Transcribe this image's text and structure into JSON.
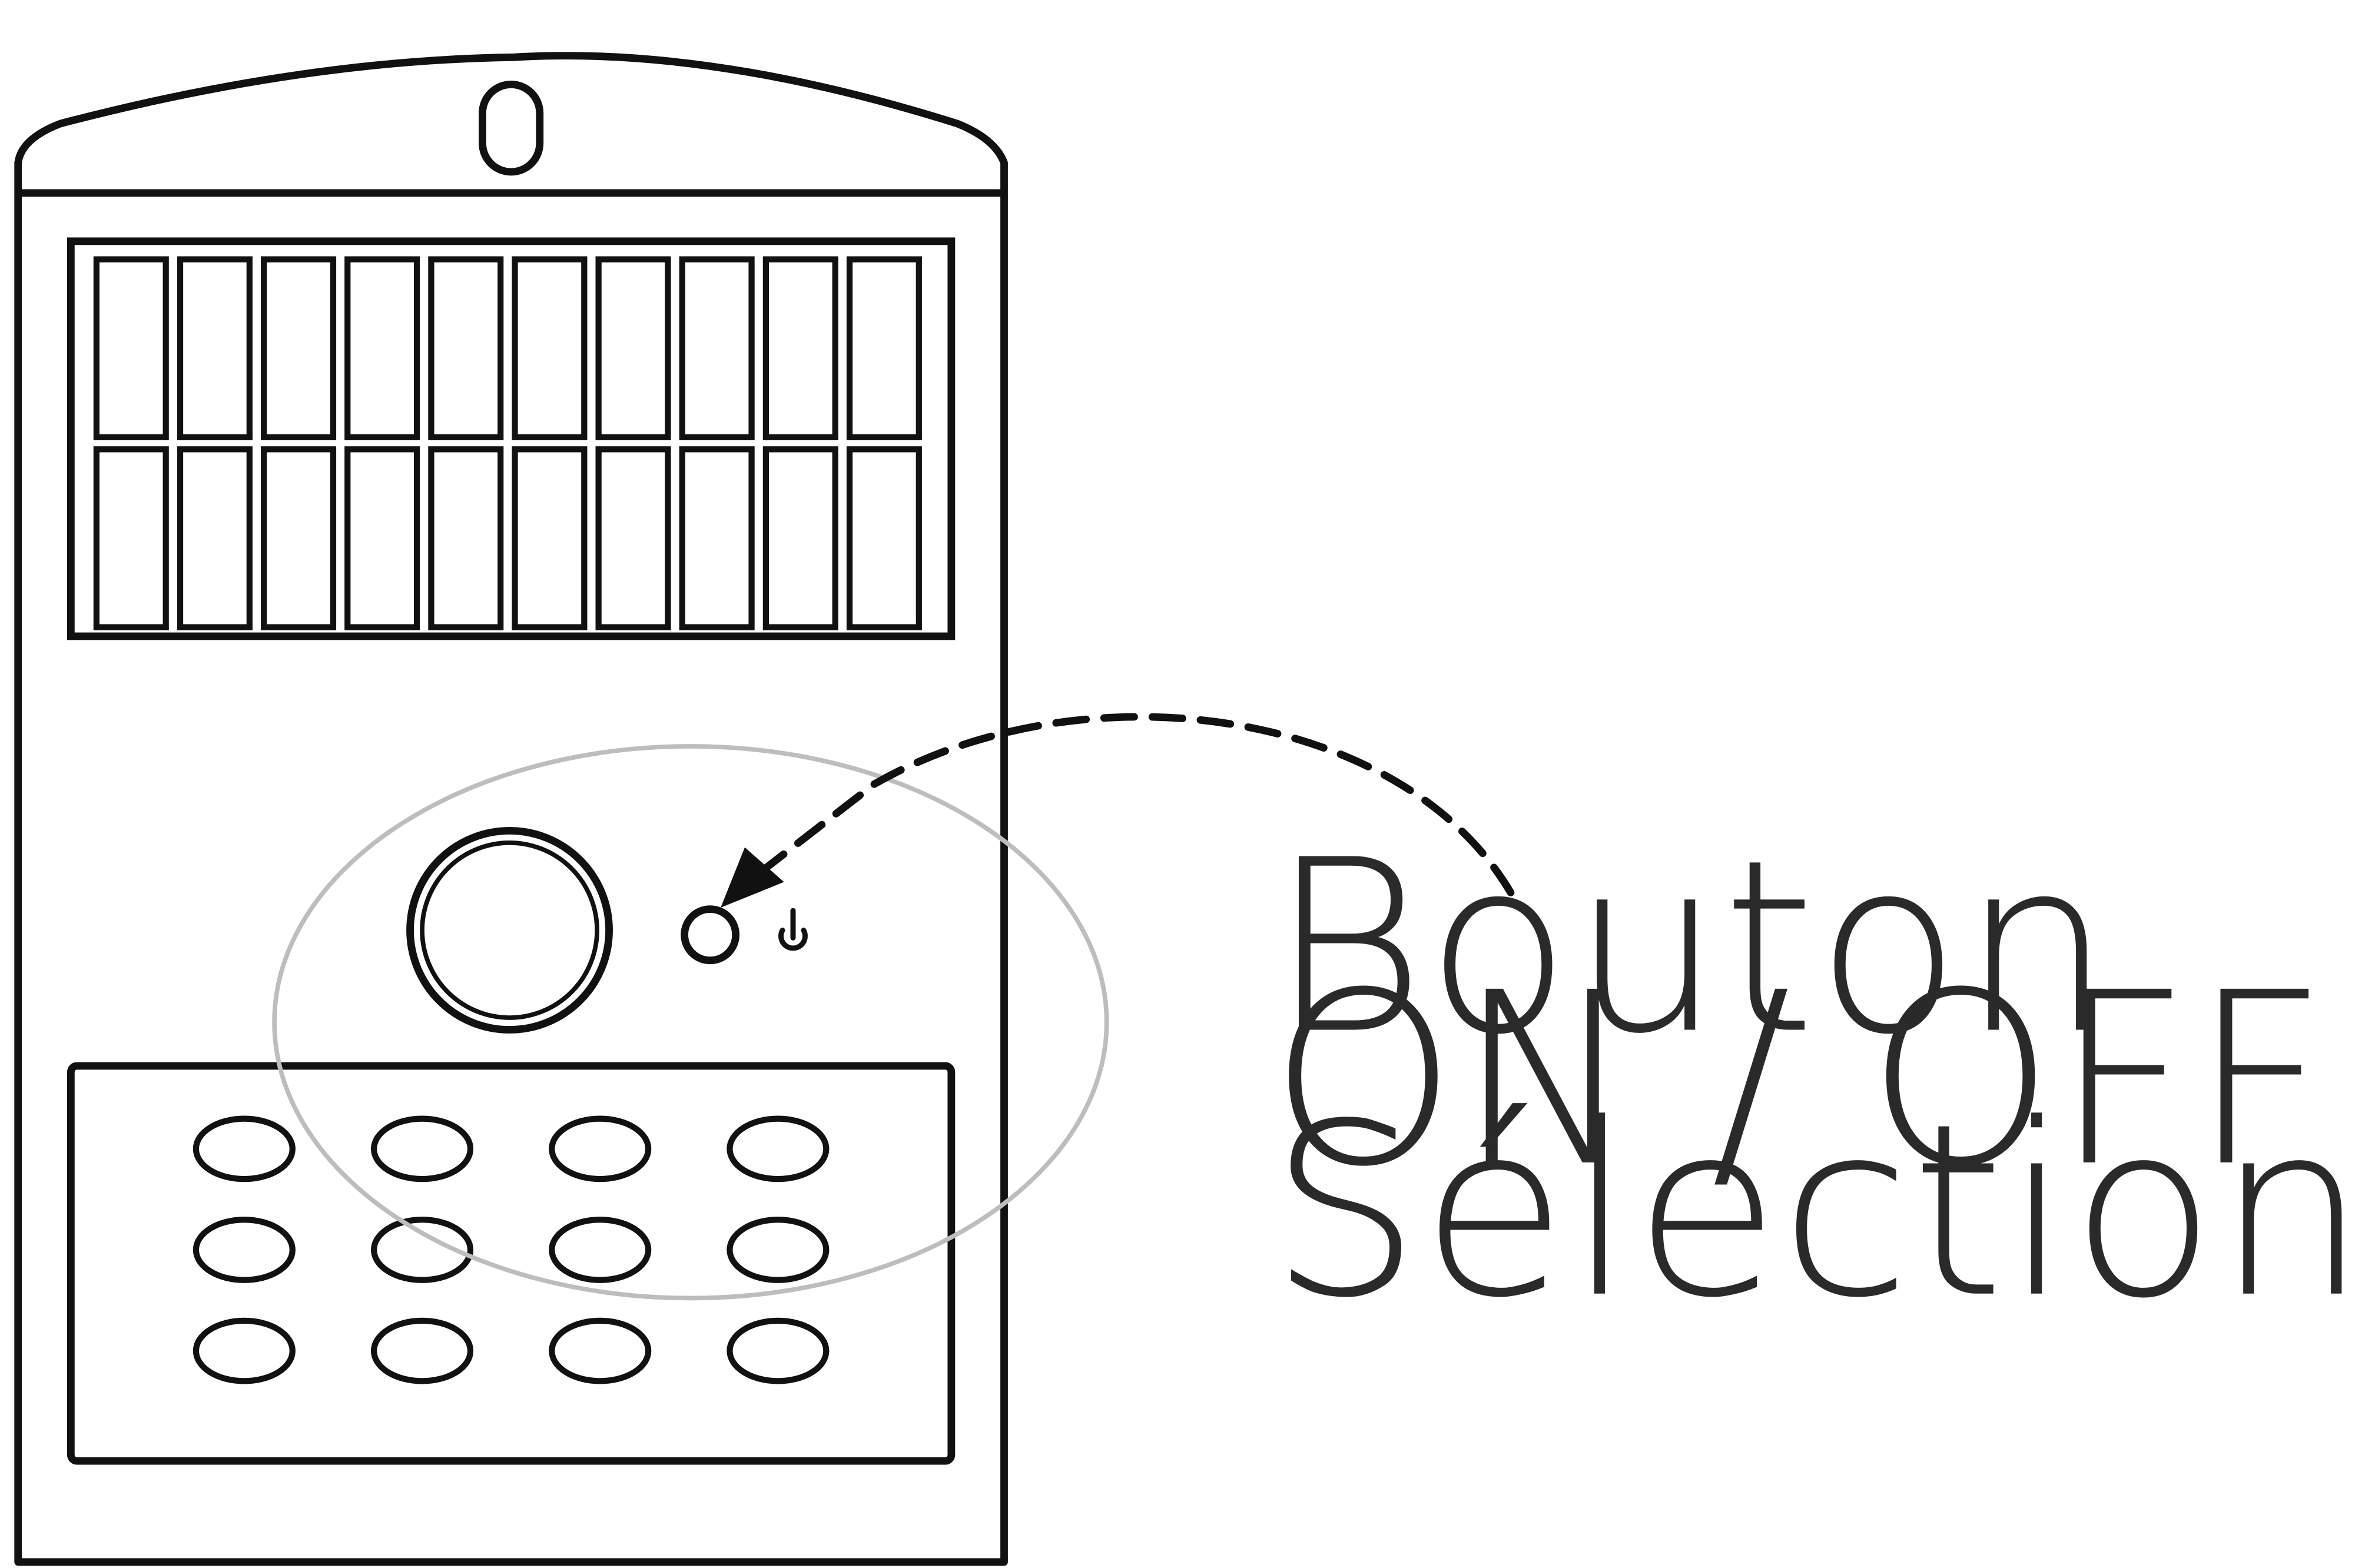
{
  "callout": {
    "line1": "Bouton",
    "line2": "ON / OFF",
    "line3": "Sélection de modes"
  },
  "device": {
    "solar_panel": {
      "rows": 2,
      "columns": 10
    },
    "led_array": {
      "rows": 3,
      "columns": 4
    }
  },
  "icons": {
    "power_symbol": "power-icon",
    "arrow": "dashed-arrow-icon"
  },
  "colors": {
    "line": "#111111",
    "highlight_ellipse": "#bdbdbd",
    "text": "#2a2a2a",
    "background": "#ffffff"
  }
}
